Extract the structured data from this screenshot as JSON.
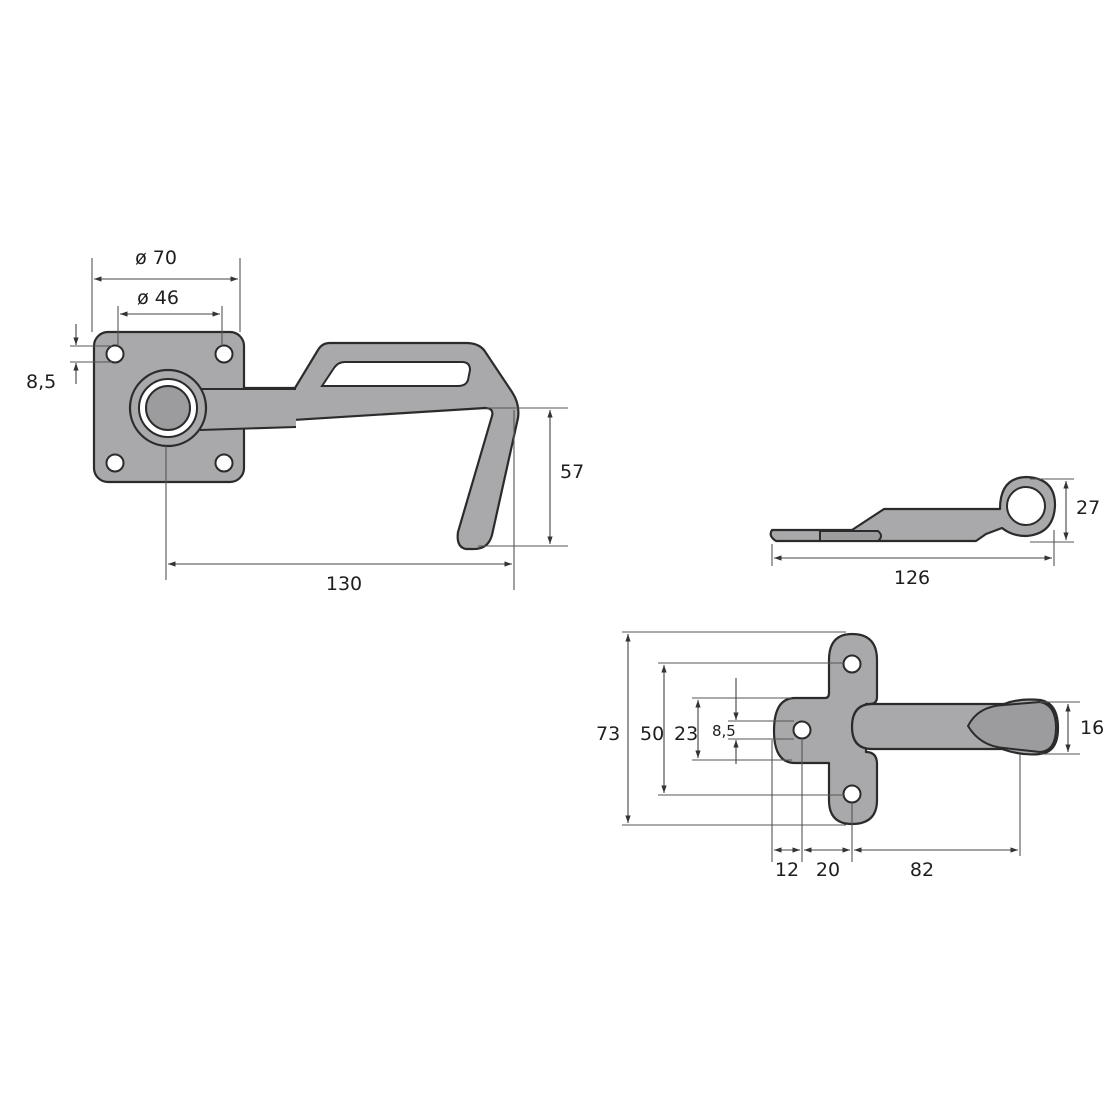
{
  "hook": {
    "dim_outer_diameter": "ø 70",
    "dim_inner_diameter": "ø 46",
    "dim_hole": "8,5",
    "dim_height": "57",
    "dim_length": "130"
  },
  "eye": {
    "dim_height": "27",
    "dim_length": "126"
  },
  "bolt": {
    "dim_total_height": "73",
    "dim_hole_spacing": "50",
    "dim_center_width": "23",
    "dim_hole": "8,5",
    "dim_handle_height": "16",
    "dim_left_offset": "12",
    "dim_center_offset": "20",
    "dim_handle_length": "82"
  }
}
